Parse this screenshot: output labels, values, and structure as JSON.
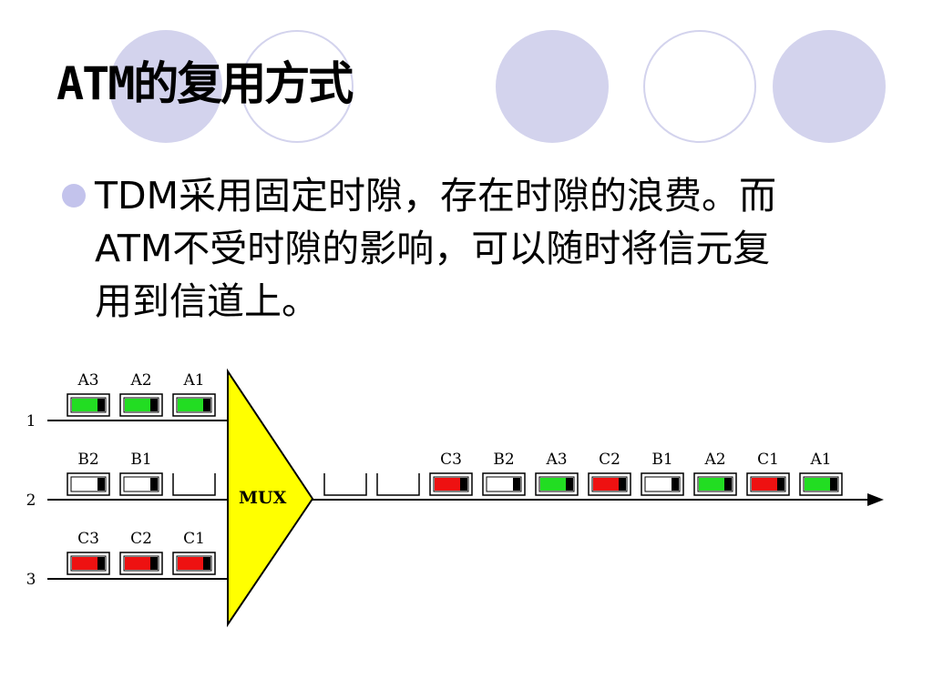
{
  "slide": {
    "title": "ATM的复用方式",
    "bullet_lines": [
      "TDM采用固定时隙，存在时隙的浪费。而",
      "ATM不受时隙的影响，可以随时将信元复",
      "用到信道上。"
    ]
  },
  "colors": {
    "decor_circle": "#d3d3ed",
    "bullet": "#c3c3ec",
    "cell_a": "#22dd22",
    "cell_b": "#ffffff",
    "cell_c": "#ee1111",
    "mux": "#ffff00"
  },
  "diagram": {
    "mux_label": "MUX",
    "inputs": [
      {
        "line_label": "1",
        "slots": [
          {
            "label": "A3",
            "type": "a"
          },
          {
            "label": "A2",
            "type": "a"
          },
          {
            "label": "A1",
            "type": "a"
          }
        ]
      },
      {
        "line_label": "2",
        "slots": [
          {
            "label": "B2",
            "type": "b"
          },
          {
            "label": "B1",
            "type": "b"
          },
          {
            "label": "",
            "type": "empty"
          }
        ]
      },
      {
        "line_label": "3",
        "slots": [
          {
            "label": "C3",
            "type": "c"
          },
          {
            "label": "C2",
            "type": "c"
          },
          {
            "label": "C1",
            "type": "c"
          }
        ]
      }
    ],
    "output": [
      {
        "label": "",
        "type": "empty"
      },
      {
        "label": "",
        "type": "empty"
      },
      {
        "label": "C3",
        "type": "c"
      },
      {
        "label": "B2",
        "type": "b"
      },
      {
        "label": "A3",
        "type": "a"
      },
      {
        "label": "C2",
        "type": "c"
      },
      {
        "label": "B1",
        "type": "b"
      },
      {
        "label": "A2",
        "type": "a"
      },
      {
        "label": "C1",
        "type": "c"
      },
      {
        "label": "A1",
        "type": "a"
      }
    ]
  }
}
